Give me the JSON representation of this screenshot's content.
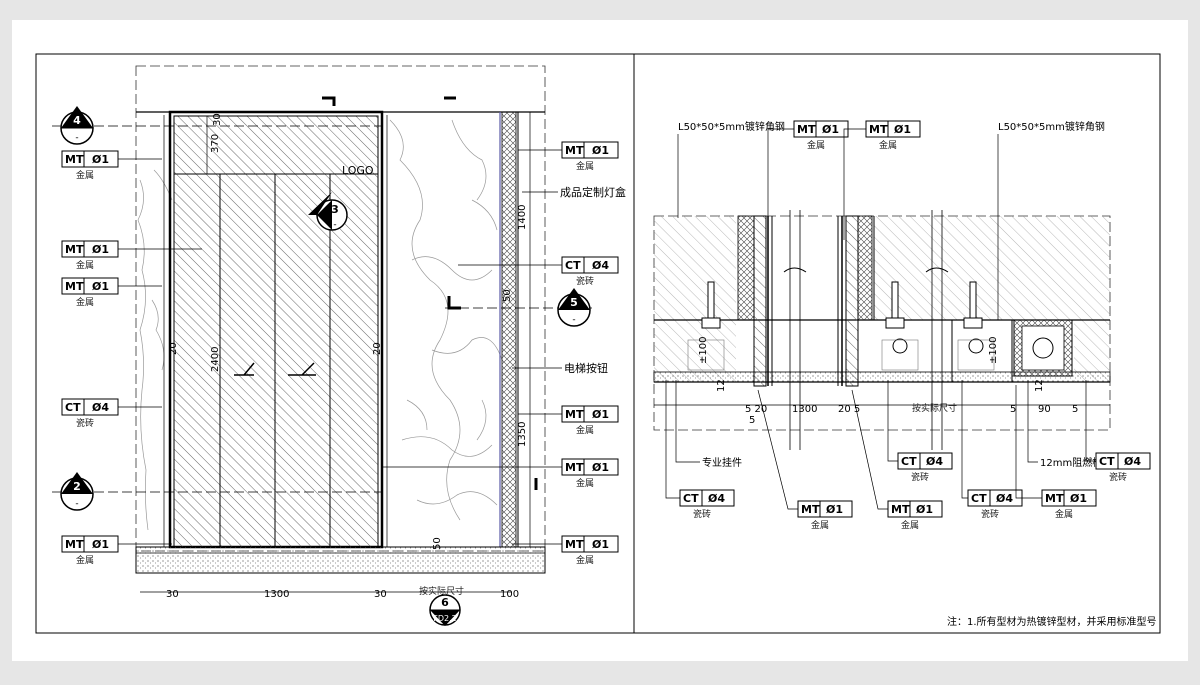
{
  "tags": {
    "mt": "MT",
    "ct": "CT",
    "m01": "Ø1",
    "c04": "Ø4",
    "metal": "金属",
    "tile": "瓷砖"
  },
  "left": {
    "section_marks": [
      {
        "num": "4",
        "sub": "-"
      },
      {
        "num": "2",
        "sub": "-"
      },
      {
        "num": "3",
        "sub": "-"
      },
      {
        "num": "5",
        "sub": "-"
      }
    ],
    "bottom_mark": {
      "num": "6",
      "sub": "FD2.2"
    },
    "logo": "LOGO",
    "notes": {
      "lightbox": "成品定制灯盒",
      "button": "电梯按钮",
      "actual_size": "按实际尺寸"
    },
    "dims": {
      "d370": "370",
      "d2400": "2400",
      "d1400": "1400",
      "d1350": "1350",
      "d1300": "1300",
      "d30a": "30",
      "d30b": "30",
      "d100": "100",
      "d20a": "20",
      "d20b": "20",
      "d50": "50",
      "d50b": "50",
      "d30top": "30"
    }
  },
  "right": {
    "steel_left": "L50*50*5mm镀锌角钢",
    "steel_right": "L50*50*5mm镀锌角钢",
    "hanger": "专业挂件",
    "board": "12mm阻燃板",
    "actual_size": "按实际尺寸",
    "dims": {
      "d1300": "1300",
      "d90": "90",
      "d100a": "±100",
      "d100b": "±100",
      "d520": "5 20",
      "d205": "20 5",
      "d5a": "5",
      "d5b": "5",
      "d5c": "5",
      "d12": "12",
      "d12b": "12"
    },
    "note": "注：1.所有型材为热镀锌型材，并采用标准型号"
  }
}
